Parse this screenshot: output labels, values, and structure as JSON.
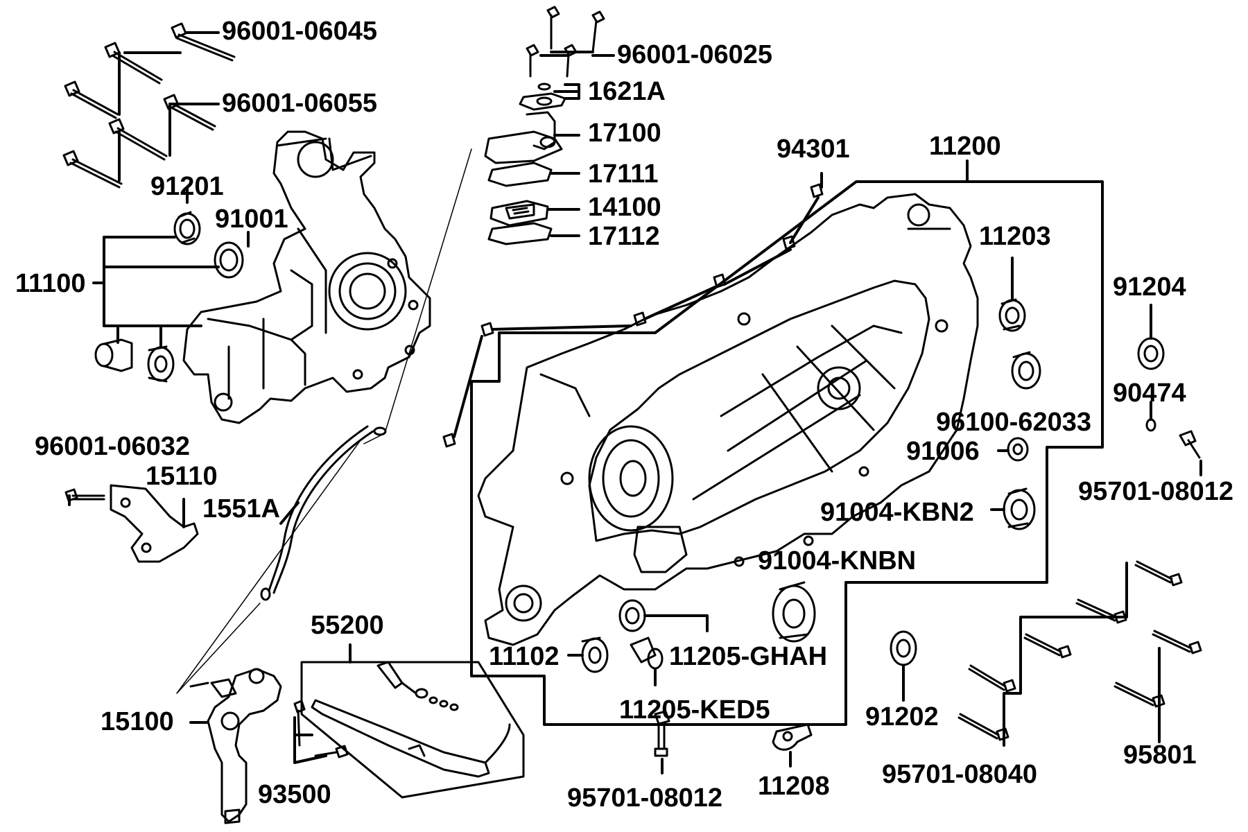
{
  "diagram": {
    "labels": {
      "p96001_06045": "96001-06045",
      "p96001_06025": "96001-06025",
      "p1621A": "1621A",
      "p17100": "17100",
      "p96001_06055": "96001-06055",
      "p17111": "17111",
      "p94301": "94301",
      "p11200": "11200",
      "p91201": "91201",
      "p14100": "14100",
      "p91001": "91001",
      "p17112": "17112",
      "p11203": "11203",
      "p11100": "11100",
      "p91204": "91204",
      "p90474": "90474",
      "p96100_62033": "96100-62033",
      "p96001_06032": "96001-06032",
      "p91006": "91006",
      "p15110": "15110",
      "p95701_08012_right": "95701-08012",
      "p1551A": "1551A",
      "p91004_KBN2": "91004-KBN2",
      "p91004_KNBN": "91004-KNBN",
      "p55200": "55200",
      "p11102": "11102",
      "p11205_GHAH": "11205-GHAH",
      "p11205_KED5": "11205-KED5",
      "p15100": "15100",
      "p91202": "91202",
      "p95801": "95801",
      "p95701_08040": "95701-08040",
      "p93500": "93500",
      "p11208": "11208",
      "p95701_08012_bottom": "95701-08012"
    }
  }
}
